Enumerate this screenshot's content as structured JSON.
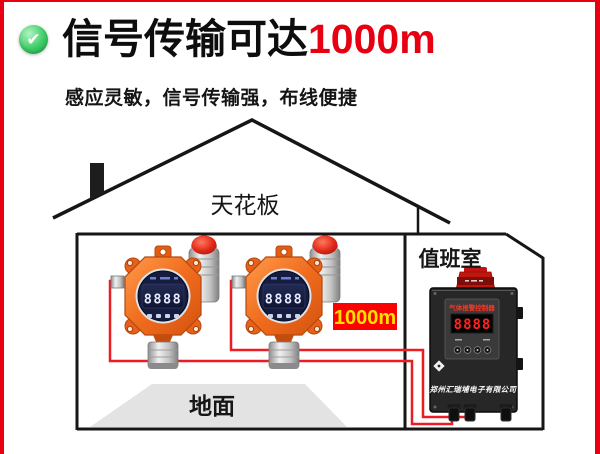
{
  "header": {
    "title": "信号传输可达",
    "title_highlight": "1000m",
    "subtitle": "感应灵敏，信号传输强，布线便捷"
  },
  "icons": {
    "check": "✔"
  },
  "diagram": {
    "labels": {
      "ceiling": "天花板",
      "ground": "地面",
      "duty_room": "值班室",
      "distance": "1000m"
    },
    "detectors": [
      {
        "display": "8888"
      },
      {
        "display": "8888"
      }
    ],
    "controller": {
      "name": "气体报警控制器",
      "display": "8888",
      "company": "郑州汇瑞埔电子有限公司"
    }
  },
  "colors": {
    "accent_red": "#e60012",
    "wire_red": "#ec1c24",
    "badge_red": "#ff0000",
    "badge_yellow": "#ffe100",
    "device_orange": "#f06c1e",
    "panel_black": "#272727",
    "floor_gray": "#e3e3e3"
  }
}
